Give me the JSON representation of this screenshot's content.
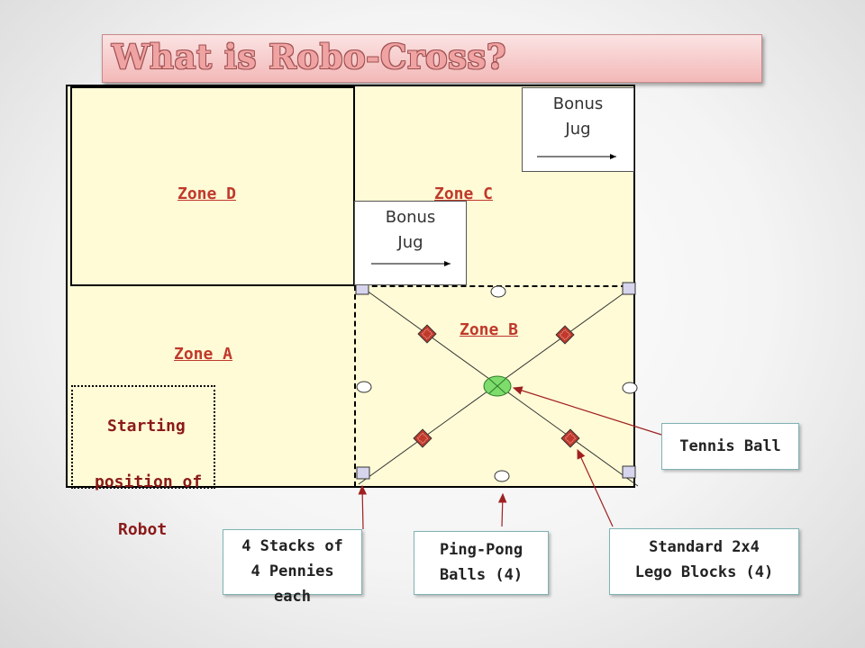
{
  "title": "What is Robo-Cross?",
  "zones": {
    "d": "Zone D",
    "c": "Zone C",
    "b": "Zone B",
    "a": "Zone A"
  },
  "starting_position": {
    "line1": "Starting",
    "line2": "position of",
    "line3": "Robot"
  },
  "bonus_jug": {
    "line1": "Bonus",
    "line2": "Jug"
  },
  "callouts": {
    "tennis_ball": "Tennis Ball",
    "pennies": [
      "4 Stacks of",
      "4 Pennies",
      "each"
    ],
    "ping_pong": [
      "Ping-Pong",
      "Balls (4)"
    ],
    "lego": [
      "Standard 2x4",
      "Lego Blocks (4)"
    ]
  },
  "colors": {
    "field": "#fffbd6",
    "zone_label": "#c0392b",
    "tennis_ball": "#7ddc6b",
    "lego_block": "#c0392b",
    "callout_arrow": "#a02020"
  }
}
